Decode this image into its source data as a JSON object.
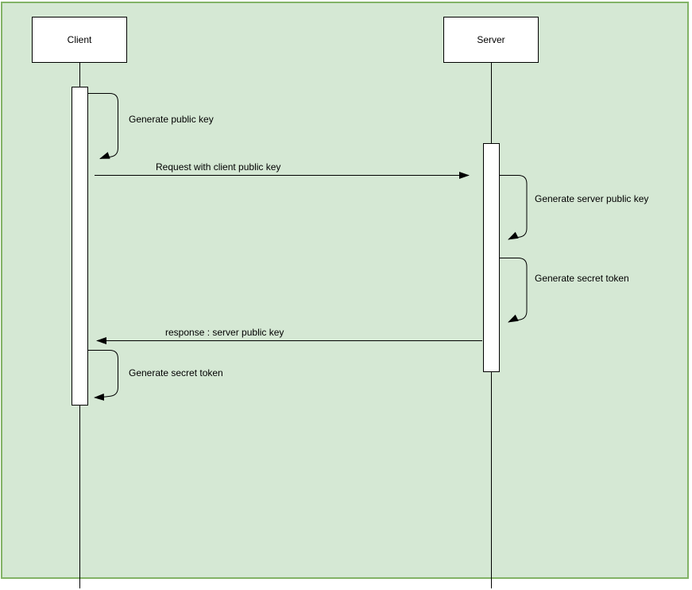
{
  "diagram": {
    "type": "uml-sequence",
    "colors": {
      "panel_fill": "#d5e8d4",
      "panel_border": "#82b366",
      "shape_fill": "#ffffff",
      "line": "#000000"
    },
    "actors": [
      {
        "id": "client",
        "label": "Client"
      },
      {
        "id": "server",
        "label": "Server"
      }
    ],
    "messages": [
      {
        "from": "client",
        "to": "client",
        "kind": "self",
        "label": "Generate public key"
      },
      {
        "from": "client",
        "to": "server",
        "kind": "sync",
        "label": "Request with client public key"
      },
      {
        "from": "server",
        "to": "server",
        "kind": "self",
        "label": "Generate server public key"
      },
      {
        "from": "server",
        "to": "server",
        "kind": "self",
        "label": "Generate secret token"
      },
      {
        "from": "server",
        "to": "client",
        "kind": "return",
        "label": "response : server public key"
      },
      {
        "from": "client",
        "to": "client",
        "kind": "self",
        "label": "Generate secret token"
      }
    ]
  }
}
